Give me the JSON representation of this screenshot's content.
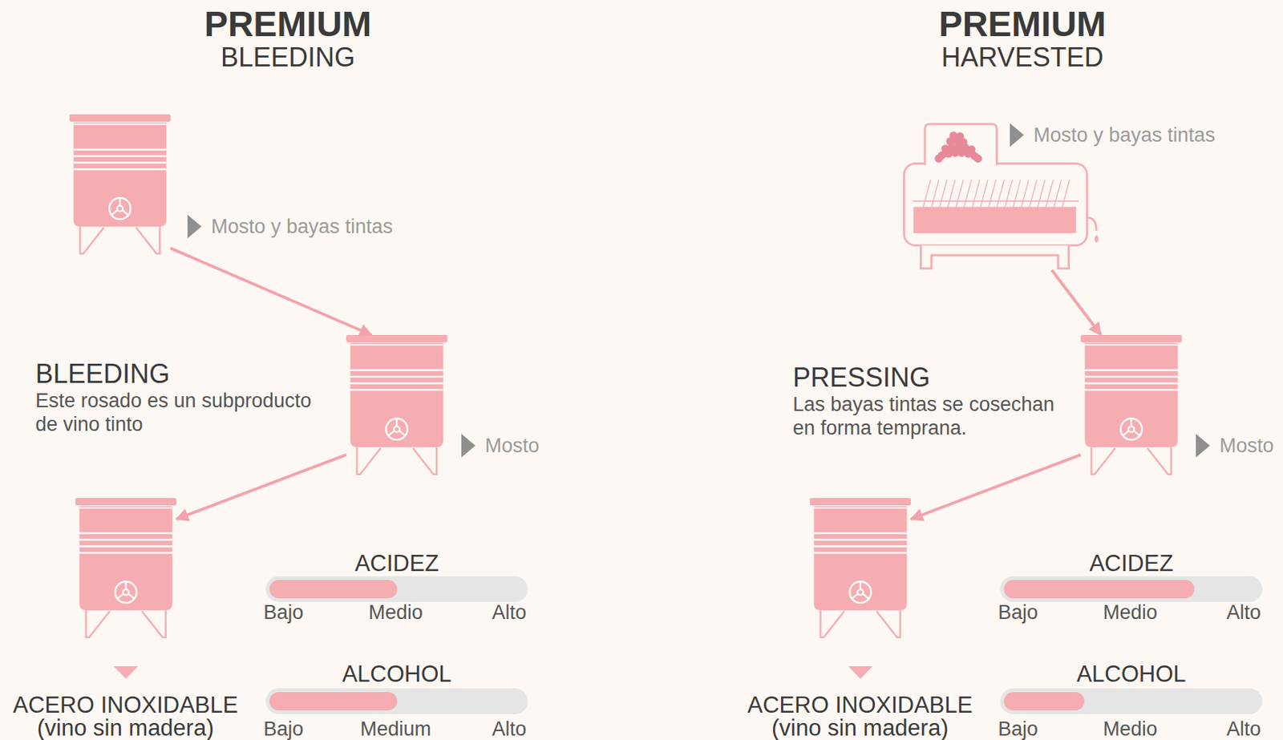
{
  "diagram": {
    "nodes": [
      {
        "text": [
          "Mosto y bayas tintas"
        ]
      },
      {
        "text": [
          "Mosto"
        ]
      },
      {
        "text": [
          "ACERO INOXIDABLE",
          "(vino sin madera)"
        ]
      },
      {
        "text": [
          "ACIDEZ"
        ]
      },
      {
        "text": [
          "ALCOHOL"
        ]
      },
      {
        "text": [
          "Mosto y bayas tintas"
        ]
      },
      {
        "text": [
          "Mosto"
        ]
      },
      {
        "text": [
          "ACERO INOXIDABLE",
          "(vino sin madera)"
        ]
      },
      {
        "text": [
          "ACIDEZ"
        ]
      },
      {
        "text": [
          "ALCOHOL"
        ]
      }
    ],
    "edges": [
      {
        "from": 0,
        "to": 1,
        "arrow": "to"
      },
      {
        "from": 1,
        "to": 2,
        "arrow": "to"
      },
      {
        "from": 5,
        "to": 6,
        "arrow": "to"
      },
      {
        "from": 6,
        "to": 7,
        "arrow": "to"
      }
    ],
    "labels": [
      "PREMIUM",
      "BLEEDING",
      "BLEEDING",
      "Este rosado es un subproducto de vino tinto",
      "Bajo",
      "Medio",
      "Alto",
      "Bajo",
      "Medium",
      "Alto",
      "PREMIUM",
      "HARVESTED",
      "PRESSING",
      "Las bayas tintas se cosechan en forma temprana.",
      "Bajo",
      "Medio",
      "Alto",
      "Bajo",
      "Medio",
      "Alto"
    ]
  }
}
